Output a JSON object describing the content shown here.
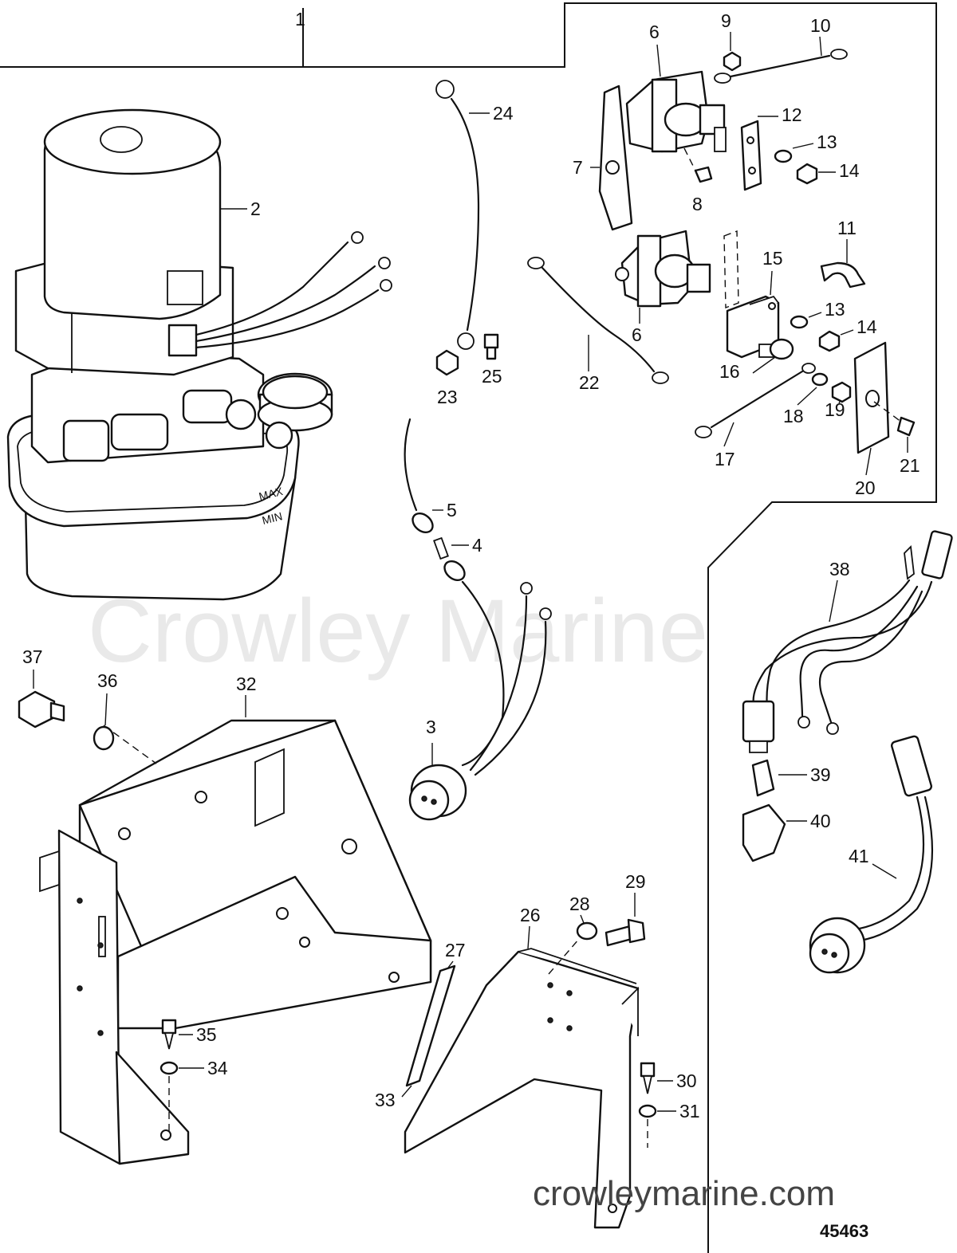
{
  "callouts": {
    "c1": "1",
    "c2": "2",
    "c3": "3",
    "c4": "4",
    "c5": "5",
    "c6a": "6",
    "c6b": "6",
    "c7": "7",
    "c8": "8",
    "c9": "9",
    "c10": "10",
    "c11": "11",
    "c12": "12",
    "c13a": "13",
    "c13b": "13",
    "c14a": "14",
    "c14b": "14",
    "c15": "15",
    "c16": "16",
    "c17": "17",
    "c18": "18",
    "c19": "19",
    "c20": "20",
    "c21": "21",
    "c22": "22",
    "c23": "23",
    "c24": "24",
    "c25": "25",
    "c26": "26",
    "c27": "27",
    "c28": "28",
    "c29": "29",
    "c30": "30",
    "c31": "31",
    "c32": "32",
    "c33": "33",
    "c34": "34",
    "c35": "35",
    "c36": "36",
    "c37": "37",
    "c38": "38",
    "c39": "39",
    "c40": "40",
    "c41": "41"
  },
  "reservoir_marks": {
    "max": "MAX",
    "min": "MIN"
  },
  "watermark": {
    "brand": "Crowley Marine",
    "url": "crowleymarine.com"
  },
  "figure_number": "45463"
}
